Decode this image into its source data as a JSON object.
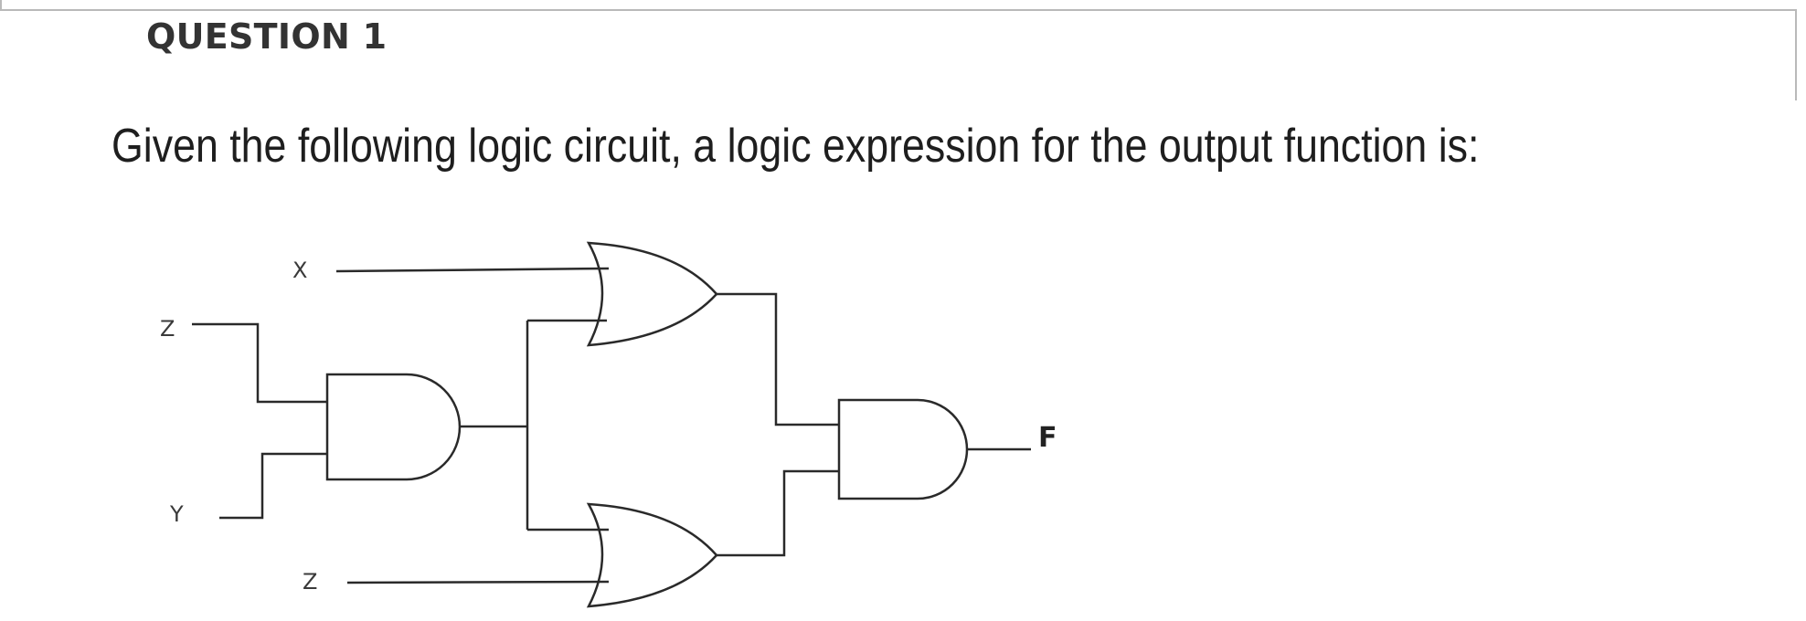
{
  "question": {
    "header": "QUESTION 1",
    "prompt": "Given the following logic circuit, a logic expression for the output function is:"
  },
  "circuit": {
    "inputs": {
      "x_top": "X",
      "z_top": "Z",
      "y_mid": "Y",
      "z_bottom": "Z"
    },
    "output": "F",
    "gates": [
      "AND",
      "OR",
      "OR",
      "AND"
    ]
  }
}
